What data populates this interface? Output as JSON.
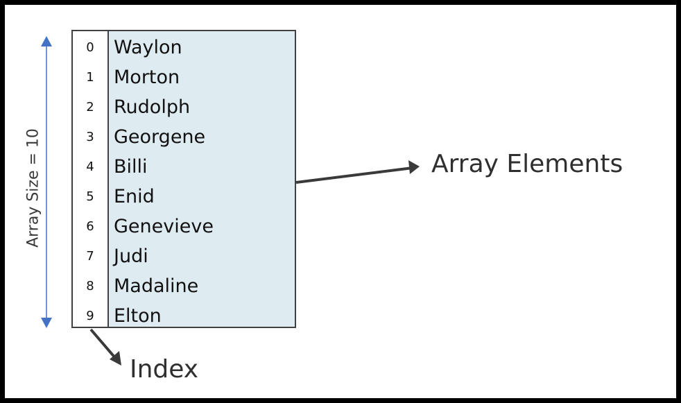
{
  "labels": {
    "array_size": "Array Size = 10",
    "array_elements": "Array Elements",
    "index": "Index"
  },
  "array": {
    "indices": [
      "0",
      "1",
      "2",
      "3",
      "4",
      "5",
      "6",
      "7",
      "8",
      "9"
    ],
    "values": [
      "Waylon",
      "Morton",
      "Rudolph",
      "Georgene",
      "Billi",
      "Enid",
      "Genevieve",
      "Judi",
      "Madaline",
      "Elton"
    ]
  },
  "colors": {
    "background": "#ffffff",
    "border": "#000000",
    "array_fill": "#deebf1",
    "size_arrow": "#4472c4",
    "pointer_arrow": "#3a3a3a"
  }
}
